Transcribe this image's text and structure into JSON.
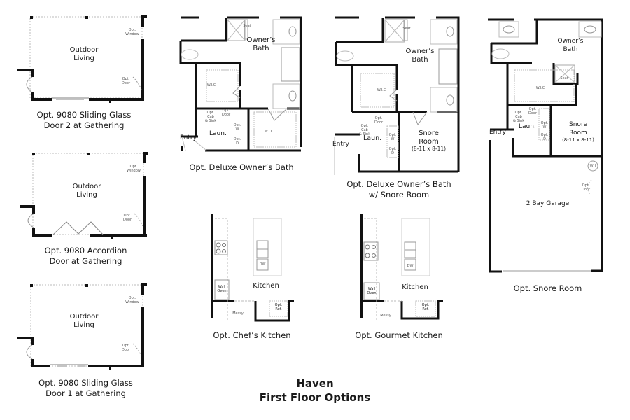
{
  "title": {
    "line1": "Haven",
    "line2": "First Floor Options"
  },
  "plans": {
    "sliding_door_2": {
      "caption_line1": "Opt. 9080 Sliding Glass",
      "caption_line2": "Door 2 at Gathering",
      "room": "Outdoor\nLiving",
      "room_line1": "Outdoor",
      "room_line2": "Living",
      "opt_window": "Opt.\nWindow",
      "opt_window_l1": "Opt.",
      "opt_window_l2": "Window",
      "opt_door_l1": "Opt.",
      "opt_door_l2": "Door"
    },
    "accordion_door": {
      "caption_line1": "Opt. 9080 Accordion",
      "caption_line2": "Door at Gathering",
      "room_line1": "Outdoor",
      "room_line2": "Living",
      "opt_window_l1": "Opt.",
      "opt_window_l2": "Window",
      "opt_door_l1": "Opt.",
      "opt_door_l2": "Door"
    },
    "sliding_door_1": {
      "caption_line1": "Opt. 9080 Sliding Glass",
      "caption_line2": "Door 1 at Gathering",
      "room_line1": "Outdoor",
      "room_line2": "Living",
      "opt_window_l1": "Opt.",
      "opt_window_l2": "Window",
      "opt_door_l1": "Opt.",
      "opt_door_l2": "Door"
    },
    "deluxe_owners_bath": {
      "caption": "Opt. Deluxe Owner’s Bath",
      "owners_bath_l1": "Owner’s",
      "owners_bath_l2": "Bath",
      "wic_1": "W.I.C",
      "wic_2": "W.I.C",
      "seat": "Seat",
      "laundry": "Laun.",
      "entry": "Entry",
      "opt_cab_l1": "Opt.",
      "opt_cab_l2": "Cab",
      "opt_cab_l3": "& Sink",
      "opt_door_l1": "Opt.",
      "opt_door_l2": "Door",
      "opt_w_l1": "Opt.",
      "opt_w_l2": "W",
      "opt_d_l1": "Opt.",
      "opt_d_l2": "D"
    },
    "deluxe_bath_snore": {
      "caption_line1": "Opt. Deluxe Owner’s Bath",
      "caption_line2": "w/ Snore Room",
      "owners_bath_l1": "Owner’s",
      "owners_bath_l2": "Bath",
      "wic": "W.I.C",
      "seat": "Seat",
      "snore_l1": "Snore",
      "snore_l2": "Room",
      "snore_dims": "(8-11 x 8-11)",
      "laundry": "Laun.",
      "entry": "Entry",
      "opt_cab_l1": "Opt.",
      "opt_cab_l2": "Cab",
      "opt_cab_l3": "& Sink",
      "opt_door_l1": "Opt.",
      "opt_door_l2": "Door",
      "opt_w_l1": "Opt.",
      "opt_w_l2": "W",
      "opt_d_l1": "Opt.",
      "opt_d_l2": "D"
    },
    "snore_room": {
      "caption": "Opt. Snore Room",
      "owners_bath_l1": "Owner’s",
      "owners_bath_l2": "Bath",
      "wic": "W.I.C",
      "seat": "Seat",
      "snore_l1": "Snore",
      "snore_l2": "Room",
      "snore_dims": "(8-11 x 8-11)",
      "laundry": "Laun.",
      "entry": "Entry",
      "garage": "2 Bay Garage",
      "wh": "WH",
      "opt_cab_l1": "Opt.",
      "opt_cab_l2": "Cab",
      "opt_cab_l3": "& Sink",
      "opt_door_l1": "Opt.",
      "opt_door_l2": "Door",
      "opt_w_l1": "Opt.",
      "opt_w_l2": "W",
      "opt_d_l1": "Opt.",
      "opt_d_l2": "D",
      "garage_door_l1": "Opt.",
      "garage_door_l2": "Door"
    },
    "chefs_kitchen": {
      "caption": "Opt. Chef’s Kitchen",
      "room": "Kitchen",
      "dw": "DW",
      "wall_oven_l1": "Wall",
      "wall_oven_l2": "Oven",
      "messy": "Messy",
      "opt_ref_l1": "Opt.",
      "opt_ref_l2": "Ref."
    },
    "gourmet_kitchen": {
      "caption": "Opt. Gourmet Kitchen",
      "room": "Kitchen",
      "dw": "DW",
      "wall_oven_l1": "Wall",
      "wall_oven_l2": "Oven",
      "messy": "Messy",
      "opt_ref_l1": "Opt.",
      "opt_ref_l2": "Ref."
    }
  }
}
